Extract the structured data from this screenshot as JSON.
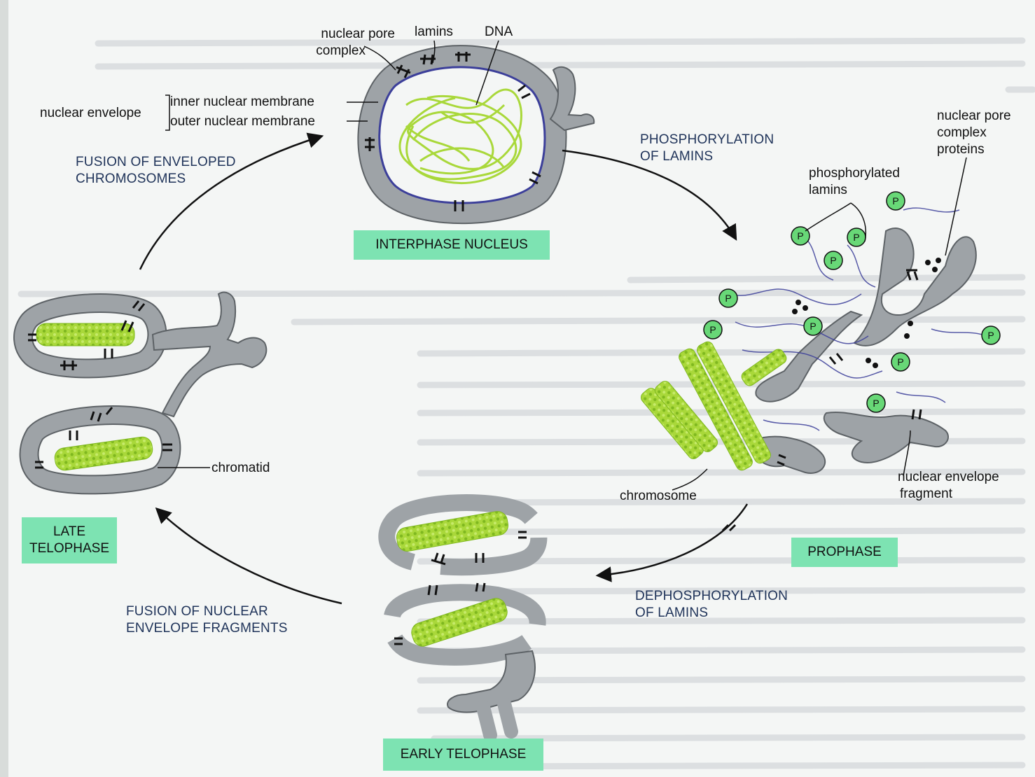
{
  "stage_labels": {
    "interphase": "INTERPHASE NUCLEUS",
    "prophase": "PROPHASE",
    "early_telophase": "EARLY TELOPHASE",
    "late_telophase_line1": "LATE",
    "late_telophase_line2": "TELOPHASE"
  },
  "transition_labels": {
    "phosphorylation_line1": "PHOSPHORYLATION",
    "phosphorylation_line2": "OF LAMINS",
    "dephosphorylation_line1": "DEPHOSPHORYLATION",
    "dephosphorylation_line2": "OF LAMINS",
    "fusion_fragments_line1": "FUSION OF NUCLEAR",
    "fusion_fragments_line2": "ENVELOPE FRAGMENTS",
    "fusion_chromosomes_line1": "FUSION OF ENVELOPED",
    "fusion_chromosomes_line2": "CHROMOSOMES"
  },
  "structure_labels": {
    "nuclear_pore_complex_line1": "nuclear pore",
    "nuclear_pore_complex_line2": "complex",
    "lamins": "lamins",
    "dna": "DNA",
    "nuclear_envelope": "nuclear envelope",
    "inner_nuclear_membrane": "inner nuclear membrane",
    "outer_nuclear_membrane": "outer nuclear membrane",
    "npc_proteins_line1": "nuclear pore",
    "npc_proteins_line2": "complex",
    "npc_proteins_line3": "proteins",
    "phosphorylated_lamins_line1": "phosphorylated",
    "phosphorylated_lamins_line2": "lamins",
    "chromosome": "chromosome",
    "envelope_fragment_line1": "nuclear envelope",
    "envelope_fragment_line2": "fragment",
    "chromatid": "chromatid",
    "phosphate": "P"
  },
  "colors": {
    "membrane": "#9ea3a7",
    "membrane_edge": "#5d6266",
    "chromatin": "#a9d83a",
    "lamina": "#3c3f9a",
    "stage_box": "#7de3b2",
    "phosphate": "#68d877",
    "caption_text": "#20345a"
  }
}
